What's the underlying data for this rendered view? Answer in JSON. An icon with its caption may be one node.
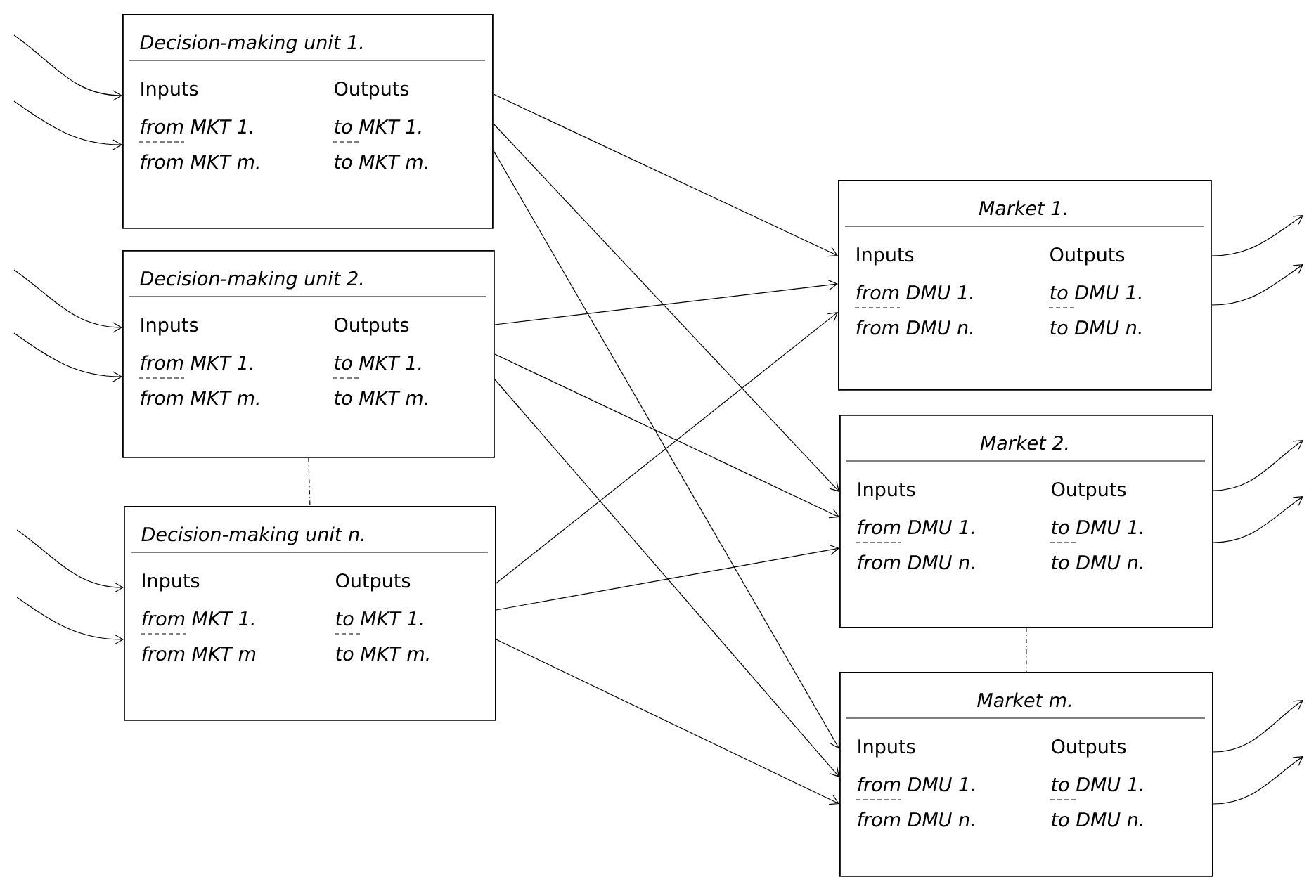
{
  "diagram": {
    "nodes": [
      {
        "text": [
          "Decision-making unit 1.",
          "Inputs",
          "Outputs",
          "from MKT 1.",
          "to MKT 1.",
          "from MKT m.",
          "to MKT m."
        ]
      },
      {
        "text": [
          "Decision-making unit 2.",
          "Inputs",
          "Outputs",
          "from MKT 1.",
          "to MKT 1.",
          "from MKT m.",
          "to MKT m."
        ]
      },
      {
        "text": [
          "Decision-making unit n.",
          "Inputs",
          "Outputs",
          "from MKT 1.",
          "to MKT 1.",
          "from MKT m",
          "to MKT m."
        ]
      },
      {
        "text": [
          "Market 1.",
          "Inputs",
          "Outputs",
          "from DMU 1.",
          "to DMU 1.",
          "from DMU n.",
          "to DMU n."
        ]
      },
      {
        "text": [
          "Market 2.",
          "Inputs",
          "Outputs",
          "from DMU 1.",
          "to DMU 1.",
          "from DMU n.",
          "to DMU n."
        ]
      },
      {
        "text": [
          "Market m.",
          "Inputs",
          "Outputs",
          "from DMU 1.",
          "to DMU 1.",
          "from DMU n.",
          "to DMU n."
        ]
      }
    ],
    "edges": [
      {
        "from": null,
        "to": 0,
        "arrow": "to"
      },
      {
        "from": null,
        "to": 0,
        "arrow": "to"
      },
      {
        "from": null,
        "to": 1,
        "arrow": "to"
      },
      {
        "from": null,
        "to": 1,
        "arrow": "to"
      },
      {
        "from": null,
        "to": 2,
        "arrow": "to"
      },
      {
        "from": null,
        "to": 2,
        "arrow": "to"
      },
      {
        "from": 0,
        "to": 3,
        "arrow": "to"
      },
      {
        "from": 0,
        "to": 4,
        "arrow": "to"
      },
      {
        "from": 0,
        "to": 5,
        "arrow": "to"
      },
      {
        "from": 1,
        "to": 3,
        "arrow": "to"
      },
      {
        "from": 1,
        "to": 4,
        "arrow": "to"
      },
      {
        "from": 1,
        "to": 5,
        "arrow": "to"
      },
      {
        "from": 2,
        "to": 3,
        "arrow": "to"
      },
      {
        "from": 2,
        "to": 4,
        "arrow": "to"
      },
      {
        "from": 2,
        "to": 5,
        "arrow": "to"
      },
      {
        "from": 3,
        "to": null,
        "arrow": "to"
      },
      {
        "from": 3,
        "to": null,
        "arrow": "to"
      },
      {
        "from": 4,
        "to": null,
        "arrow": "to"
      },
      {
        "from": 4,
        "to": null,
        "arrow": "to"
      },
      {
        "from": 5,
        "to": null,
        "arrow": "to"
      },
      {
        "from": 5,
        "to": null,
        "arrow": "to"
      },
      {
        "from": 1,
        "to": 2,
        "arrow": "none",
        "style": "dashed"
      },
      {
        "from": 4,
        "to": 5,
        "arrow": "none",
        "style": "dashed"
      }
    ]
  }
}
